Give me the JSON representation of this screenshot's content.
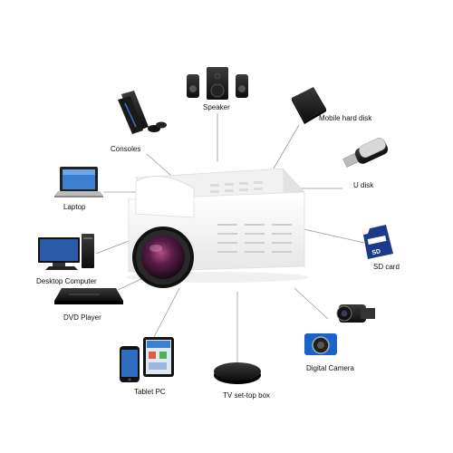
{
  "devices": {
    "speaker": "Speaker",
    "consoles": "Consoles",
    "mobile_hard_disk": "Mobile hard disk",
    "laptop": "Laptop",
    "u_disk": "U disk",
    "desktop_computer": "Desktop Computer",
    "sd_card": "SD card",
    "dvd_player": "DVD Player",
    "digital_camera": "Digital Camera",
    "tablet_pc": "Tablet PC",
    "tv_set_top_box": "TV set-top box"
  },
  "sd_card_text": "SD",
  "projector_colors": {
    "body": "#f7f7f7",
    "lens": "#3a1630"
  }
}
